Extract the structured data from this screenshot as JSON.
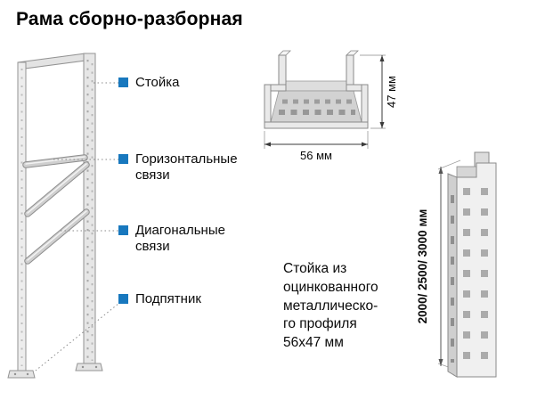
{
  "title": "Рама сборно-разборная",
  "accent_color": "#1878be",
  "callouts": [
    {
      "label": "Стойка"
    },
    {
      "label": "Горизонтальные связи"
    },
    {
      "label": "Диагональные связи"
    },
    {
      "label": "Подпятник"
    }
  ],
  "cross_section": {
    "width_label": "56 мм",
    "height_label": "47 мм"
  },
  "upright": {
    "heights_label": "2000/ 2500/ 3000 мм"
  },
  "description": "Стойка из\nоцинкованного\nметаллическо-\nго профиля\n56х47 мм"
}
